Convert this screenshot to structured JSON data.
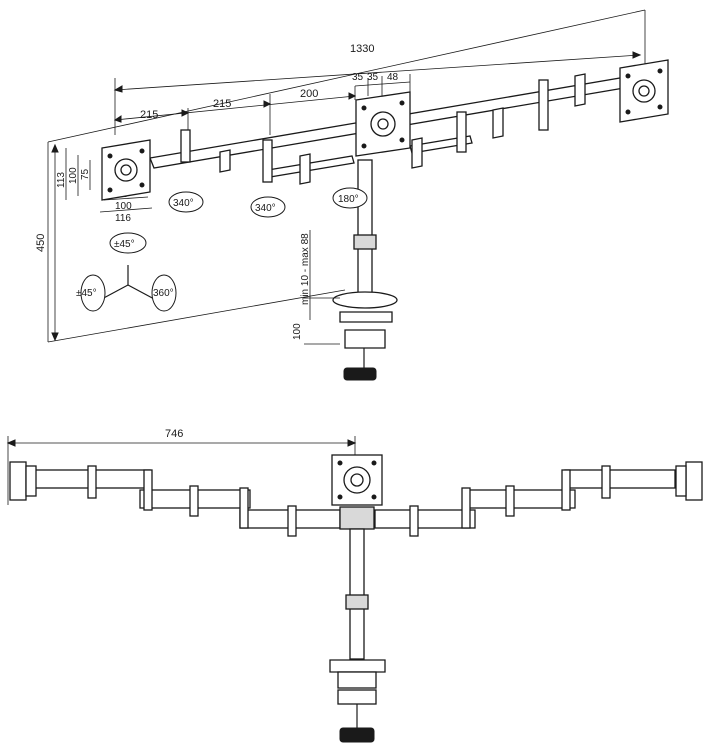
{
  "top_view": {
    "dimensions": {
      "total_width": "1330",
      "arm_segment_1": "215",
      "arm_segment_2": "215",
      "arm_segment_3": "200",
      "head_offset_a": "35",
      "head_offset_b": "35",
      "head_offset_c": "48",
      "total_height": "450",
      "vesa_113": "113",
      "vesa_100_v": "100",
      "vesa_75_v": "75",
      "vesa_75_h": "75",
      "vesa_100_h": "100",
      "vesa_116": "116",
      "clamp_range": "min 10 - max 88",
      "clamp_depth": "100"
    },
    "rotations": {
      "tilt_head": "±45°",
      "joint_1": "340°",
      "joint_2": "340°",
      "joint_center": "180°",
      "tilt_axis": "±45°",
      "swivel_axis": "360°"
    }
  },
  "front_view": {
    "dimensions": {
      "half_width": "746"
    }
  }
}
